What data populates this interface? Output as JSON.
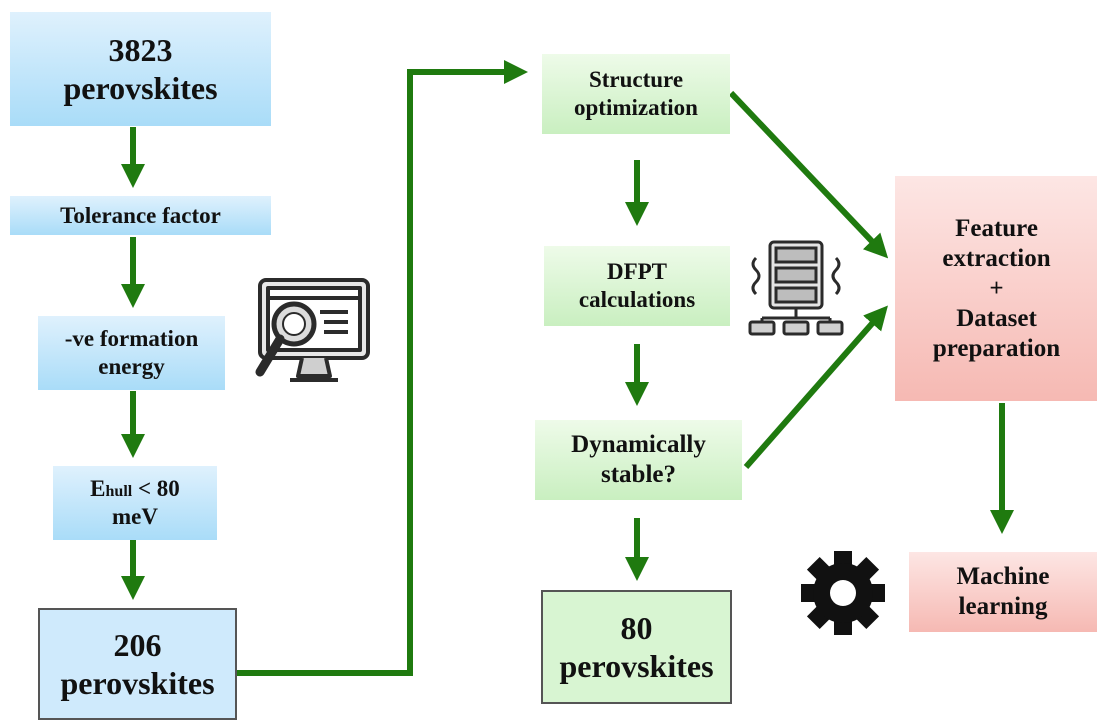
{
  "left_column": {
    "start": {
      "line1": "3823",
      "line2": "perovskites"
    },
    "tolerance": "Tolerance factor",
    "formation": {
      "line1": "-ve formation",
      "line2": "energy"
    },
    "ehull": {
      "E": "E",
      "sub": "hull",
      "rest": " < 80",
      "line2": "meV"
    },
    "result": {
      "line1": "206",
      "line2": "perovskites"
    }
  },
  "middle_column": {
    "structure": {
      "line1": "Structure",
      "line2": "optimization"
    },
    "dfpt": {
      "line1": "DFPT",
      "line2": "calculations"
    },
    "stable": {
      "line1": "Dynamically",
      "line2": "stable?"
    },
    "result": {
      "line1": "80",
      "line2": "perovskites"
    }
  },
  "right_column": {
    "feature": {
      "line1": "Feature",
      "line2": "extraction",
      "line3": "+",
      "line4": "Dataset",
      "line5": "preparation"
    },
    "ml": {
      "line1": "Machine",
      "line2": "learning"
    }
  },
  "icons": [
    "search-monitor-icon",
    "server-icon",
    "gear-icon"
  ],
  "colors": {
    "arrow": "#1f7a0f",
    "blue_box": "#a9dcf8",
    "green_box": "#c9efc0",
    "red_box": "#f6b9b3"
  }
}
